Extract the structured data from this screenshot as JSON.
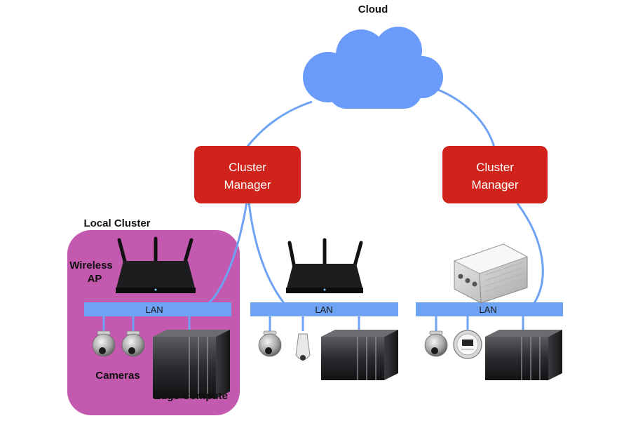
{
  "title": "Cloud",
  "cluster_managers": [
    {
      "line1": "Cluster",
      "line2": "Manager"
    },
    {
      "line1": "Cluster",
      "line2": "Manager"
    }
  ],
  "local_cluster": {
    "label": "Local Cluster",
    "ap_label_line1": "Wireless",
    "ap_label_line2": "AP",
    "cameras_label": "Cameras",
    "edge_label": "Edge Compute"
  },
  "lans": [
    {
      "label": "LAN"
    },
    {
      "label": "LAN"
    },
    {
      "label": "LAN"
    }
  ],
  "colors": {
    "cloud": "#6b9bfa",
    "manager": "#d0231b",
    "local_cluster_bg": "#c45aaf",
    "lan_bar": "#6ea2f3",
    "link": "#6ea2f3"
  },
  "icons": [
    "cloud-icon",
    "wireless-router-icon",
    "industrial-gateway-icon",
    "dome-camera-icon",
    "bullet-camera-icon",
    "gauge-sensor-icon",
    "server-rack-icon"
  ]
}
